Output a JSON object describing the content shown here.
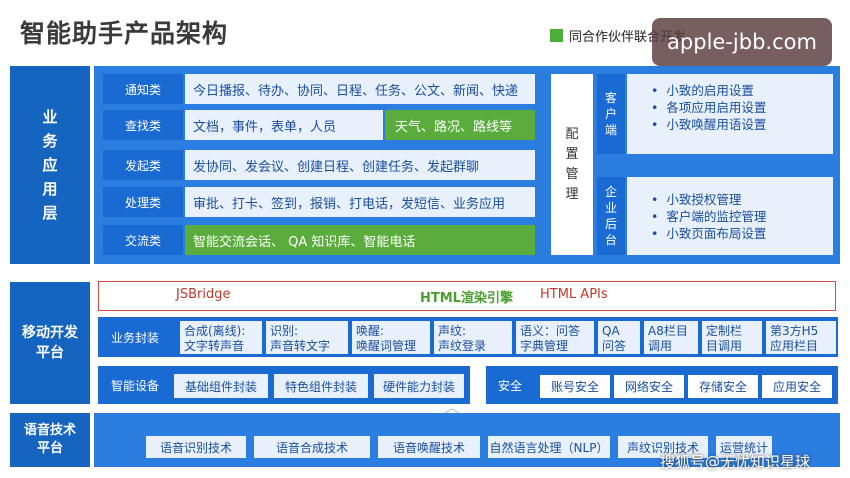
{
  "title": "智能助手产品架构",
  "legend": {
    "label": "同合作伙伴联合开发",
    "color": "#4caf3a"
  },
  "watermark_top": "apple-jbb.com",
  "watermark_bottom": "搜狐号@无忧知识星球",
  "business": {
    "label": "业\n务\n应\n用\n层",
    "rows": [
      {
        "label": "通知类",
        "text": "今日播报、待办、协同、日程、任务、公文、新闻、快递",
        "partner_text": ""
      },
      {
        "label": "查找类",
        "text": "文档，事件，表单，人员",
        "partner_text": "天气、路况、路线等"
      },
      {
        "label": "发起类",
        "text": "发协同、发会议、创建日程、创建任务、发起群聊",
        "partner_text": ""
      },
      {
        "label": "处理类",
        "text": "审批、打卡、签到，报销、打电话，发短信、业务应用",
        "partner_text": ""
      },
      {
        "label": "交流类",
        "text": "",
        "partner_text": "智能交流会话、 QA 知识库、智能电话"
      }
    ],
    "config_label": "配\n置\n管\n理",
    "client": {
      "label": "客\n户\n端",
      "items": [
        "小致的启用设置",
        "各项应用启用设置",
        "小致唤醒用语设置"
      ]
    },
    "backend": {
      "label": "企\n业\n后\n台",
      "items": [
        "小致授权管理",
        "客户端的监控管理",
        "小致页面布局设置"
      ]
    }
  },
  "mobile": {
    "label": "移动开发\n平台",
    "engine": {
      "jsbridge": "JSBridge",
      "html_engine": "HTML渲染引擎",
      "html_apis": "HTML APIs"
    },
    "service_label": "业务封装",
    "services": [
      "合成(离线):\n文字转声音",
      "识别:\n声音转文字",
      "唤醒:\n唤醒词管理",
      "声纹:\n声纹登录",
      "语义：问答\n字典管理",
      "QA\n问答",
      "A8栏目\n调用",
      "定制栏\n目调用",
      "第3方H5\n应用栏目"
    ],
    "device_label": "智能设备",
    "devices": [
      "基础组件封装",
      "特色组件封装",
      "硬件能力封装"
    ],
    "security_label": "安全",
    "security": [
      "账号安全",
      "网络安全",
      "存储安全",
      "应用安全"
    ]
  },
  "voice": {
    "label": "语音技术\n平台",
    "items": [
      "语音识别技术",
      "语音合成技术",
      "语音唤醒技术",
      "自然语言处理（NLP）",
      "声纹识别技术",
      "运营统计"
    ]
  }
}
